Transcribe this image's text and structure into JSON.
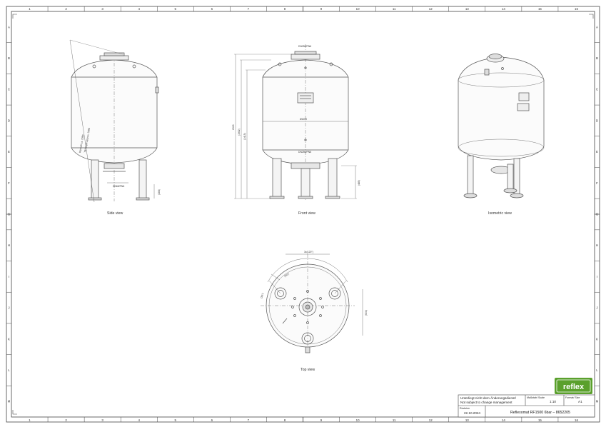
{
  "grid": {
    "columns": [
      "1",
      "2",
      "3",
      "4",
      "5",
      "6",
      "7",
      "8",
      "9",
      "10",
      "11",
      "12",
      "13",
      "14",
      "15",
      "16"
    ],
    "rows": [
      "A",
      "B",
      "C",
      "D",
      "E",
      "F",
      "G",
      "H",
      "I",
      "J",
      "K",
      "L",
      "M"
    ]
  },
  "views": {
    "side": "Side view",
    "front": "Front view",
    "isometric": "Isometric view",
    "top": "Top view"
  },
  "dimensions": {
    "side_height": "Kipmaß ca. 2390",
    "side_tilt": "Tilt height approx. 2390",
    "side_bottom_flange": "DN65/PN6",
    "side_leg": "(284)",
    "front_top_flange": "DN250/PN6",
    "front_total": "2319",
    "front_mid1": "(1932)",
    "front_mid2": "(1415)",
    "front_diameter": "Ø1200",
    "front_bottom_flange": "DN250/PN6",
    "front_leg": "(485)",
    "top_angle": "3x(120°)",
    "top_a": "(60°)",
    "top_b": "(35°)",
    "top_c": "(604)"
  },
  "title_block": {
    "note_de": "Unterliegt nicht dem Änderungsdienst/",
    "note_en": "Not subject to change management",
    "scale_label": "Maßstab/ Scale",
    "scale_value": "1:10",
    "format_label": "Format/ Size",
    "format_value": "A1",
    "revision_label": "Revision",
    "revision_date": "22.10.2024",
    "product": "Reflexomat RF1500 6bar  –  8652205"
  },
  "logo": {
    "text": "reflex",
    "color": "#5aa02c"
  }
}
